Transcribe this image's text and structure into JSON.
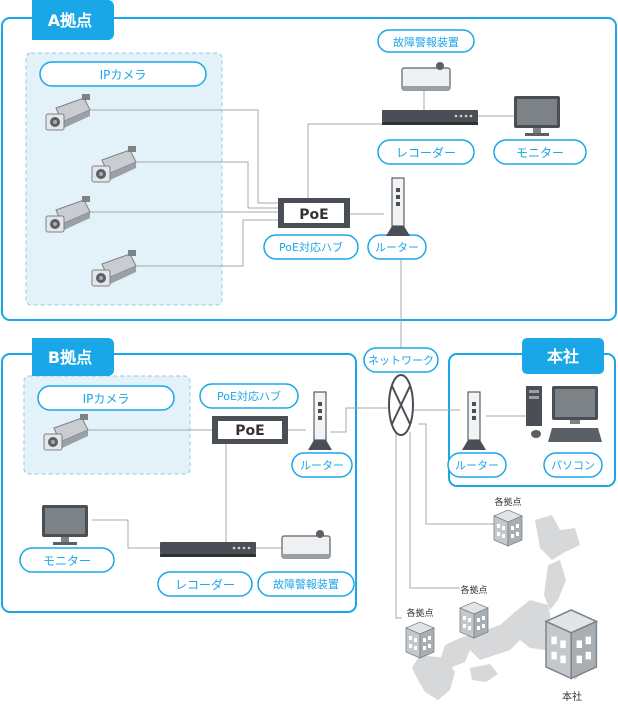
{
  "site_a": {
    "title": "A拠点"
  },
  "site_b": {
    "title": "B拠点"
  },
  "hq": {
    "title": "本社"
  },
  "labels": {
    "ip_camera": "IPカメラ",
    "poe": "PoE",
    "poe_hub": "PoE対応ハブ",
    "router": "ルーター",
    "recorder": "レコーダー",
    "monitor": "モニター",
    "alarm": "故障警報装置",
    "network": "ネットワーク",
    "pc": "パソコン",
    "branch": "各拠点",
    "headquarters": "本社"
  },
  "colors": {
    "accent": "#1aa7e8",
    "zone_fill": "#e3f1f8",
    "line": "#a8a8a8",
    "device_dark": "#4a4f55",
    "device_mid": "#8a9096",
    "building": "#c7cbcf",
    "map": "#d4d6d8"
  }
}
